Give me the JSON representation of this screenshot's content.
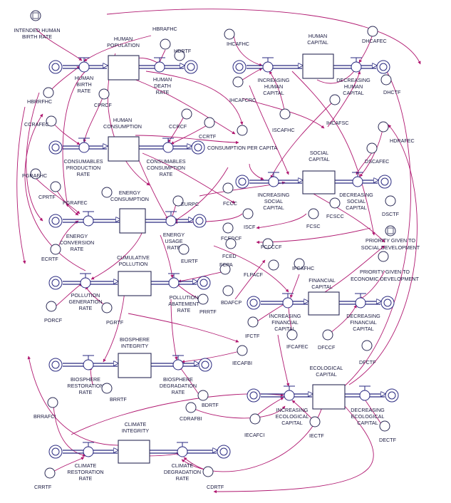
{
  "colors": {
    "link": "#b01870",
    "flow": "#2a2a80",
    "text": "#1a1a40"
  },
  "stocks": {
    "human_population": [
      "HUMAN",
      "POPULATION"
    ],
    "human_capital": [
      "HUMAN",
      "CAPITAL"
    ],
    "human_consumption": [
      "HUMAN",
      "CONSUMPTION"
    ],
    "social_capital": [
      "SOCIAL",
      "CAPITAL"
    ],
    "energy_consumption": [
      "ENERGY",
      "CONSUMPTION"
    ],
    "cumulative_pollution": [
      "CUMULATIVE",
      "POLLUTION"
    ],
    "financial_capital": [
      "FINANCIAL",
      "CAPITAL"
    ],
    "biosphere_integrity": [
      "BIOSPHERE",
      "INTEGRITY"
    ],
    "ecological_capital": [
      "ECOLOGICAL",
      "CAPITAL"
    ],
    "climate_integrity": [
      "CLIMATE",
      "INTEGRITY"
    ]
  },
  "flows": {
    "human_birth_rate": [
      "HUMAN",
      "BIRTH",
      "RATE"
    ],
    "human_death_rate": [
      "HUMAN",
      "DEATH",
      "RATE"
    ],
    "increasing_human_capital": [
      "INCREASING",
      "HUMAN",
      "CAPITAL"
    ],
    "decreasing_human_capital": [
      "DECREASING",
      "HUMAN",
      "CAPITAL"
    ],
    "consumables_production_rate": [
      "CONSUMABLES",
      "PRODUCTION",
      "RATE"
    ],
    "consumables_consumption_rate": [
      "CONSUMABLES",
      "CONSUMPTION",
      "RATE"
    ],
    "increasing_social_capital": [
      "INCREASING",
      "SOCIAL",
      "CAPITAL"
    ],
    "decreasing_social_capital": [
      "DECREASING",
      "SOCIAL",
      "CAPITAL"
    ],
    "energy_conversion_rate": [
      "ENERGY",
      "CONVERSION",
      "RATE"
    ],
    "energy_usage_rate": [
      "ENERGY",
      "USAGE",
      "RATE"
    ],
    "pollution_generation_rate": [
      "POLLUTION",
      "GENERATION",
      "RATE"
    ],
    "pollution_abatement_rate": [
      "POLLUTION",
      "ABATEMENT",
      "RATE"
    ],
    "increasing_financial_capital": [
      "INCREASING",
      "FINANCIAL",
      "CAPITAL"
    ],
    "decreasing_financial_capital": [
      "DECREASING",
      "FINANCIAL",
      "CAPITAL"
    ],
    "biosphere_restoration_rate": [
      "BIOSPHERE",
      "RESTORATION",
      "RATE"
    ],
    "biosphere_degradation_rate": [
      "BIOSPHERE",
      "DEGRADATION",
      "RATE"
    ],
    "increasing_ecological_capital": [
      "INCREASING",
      "ECOLOGICAL",
      "CAPITAL"
    ],
    "decreasing_ecological_capital": [
      "DECREASING",
      "ECOLOGICAL",
      "CAPITAL"
    ],
    "climate_restoration_rate": [
      "CLIMATE",
      "RESTORATION",
      "RATE"
    ],
    "climate_degradation_rate": [
      "CLIMATE",
      "DEGRADATION",
      "RATE"
    ]
  },
  "converters": {
    "hbrafhc": "HBRAFHC",
    "hdrtf": "HDRTF",
    "ihcafhc": "IHCAFHC",
    "dhcafec": "DHCAFEC",
    "hbrrfhc": "HBRRFHC",
    "cprcf": "CPRCF",
    "ihcafcrc": "IHCAFCRC",
    "dhctf": "DHCTF",
    "ccrafec": "CCRAFEC",
    "ccrcf": "CCRCF",
    "ccrtf": "CCRTF",
    "iscafhc": "ISCAFHC",
    "ihcafsc": "IHCAFSC",
    "consumption_per_capita": "CONSUMPTION PER CAPITA",
    "hdrafec": "HDRAFEC",
    "dscafec": "DSCAFEC",
    "pgrafhc": "PGRAFHC",
    "cprtf": "CPRTF",
    "pgrafec": "PGRAFEC",
    "eurpc": "EURPC",
    "fccc": "FCCC",
    "fcscc": "FCSCC",
    "fcsc": "FCSC",
    "dsctf": "DSCTF",
    "iscf": "ISCF",
    "fcedcf": "FCEDCF",
    "ecrtf": "ECRTF",
    "eurtf": "EURTF",
    "fceed": "FCED",
    "fcccc": "FCCCCF",
    "flpacf": "FLPACF",
    "ifcafhc": "IFCAFHC",
    "fcpa": "FCPA",
    "bdafcp": "BDAFCP",
    "prrtf": "PRRTF",
    "porcf": "PORCF",
    "pgrtf": "PGRTF",
    "ifctf": "IFCTF",
    "dfccf": "DFCCF",
    "ifcafec": "IFCAFEC",
    "dfctf": "DFCTF",
    "iecafbi": "IECAFBI",
    "brrtf": "BRRTF",
    "bdrtf": "BDRTF",
    "cdrafbi": "CDRAFBI",
    "brrafci": "BRRAFCI",
    "iecafci": "IECAFCI",
    "iectf": "IECTF",
    "dectf": "DECTF",
    "crrtf": "CRRTF",
    "cdrtf": "CDRTF"
  },
  "inputs": {
    "intended_human_birth_rate": [
      "INTENDED HUMAN",
      "BIRTH RATE"
    ],
    "priority_social": [
      "PRIORITY GIVEN TO",
      "SOCIAL DEVELOPMENT"
    ],
    "priority_economic": [
      "PRIORITY GIVEN TO",
      "ECONOMIC DEVELOPMENT"
    ]
  }
}
